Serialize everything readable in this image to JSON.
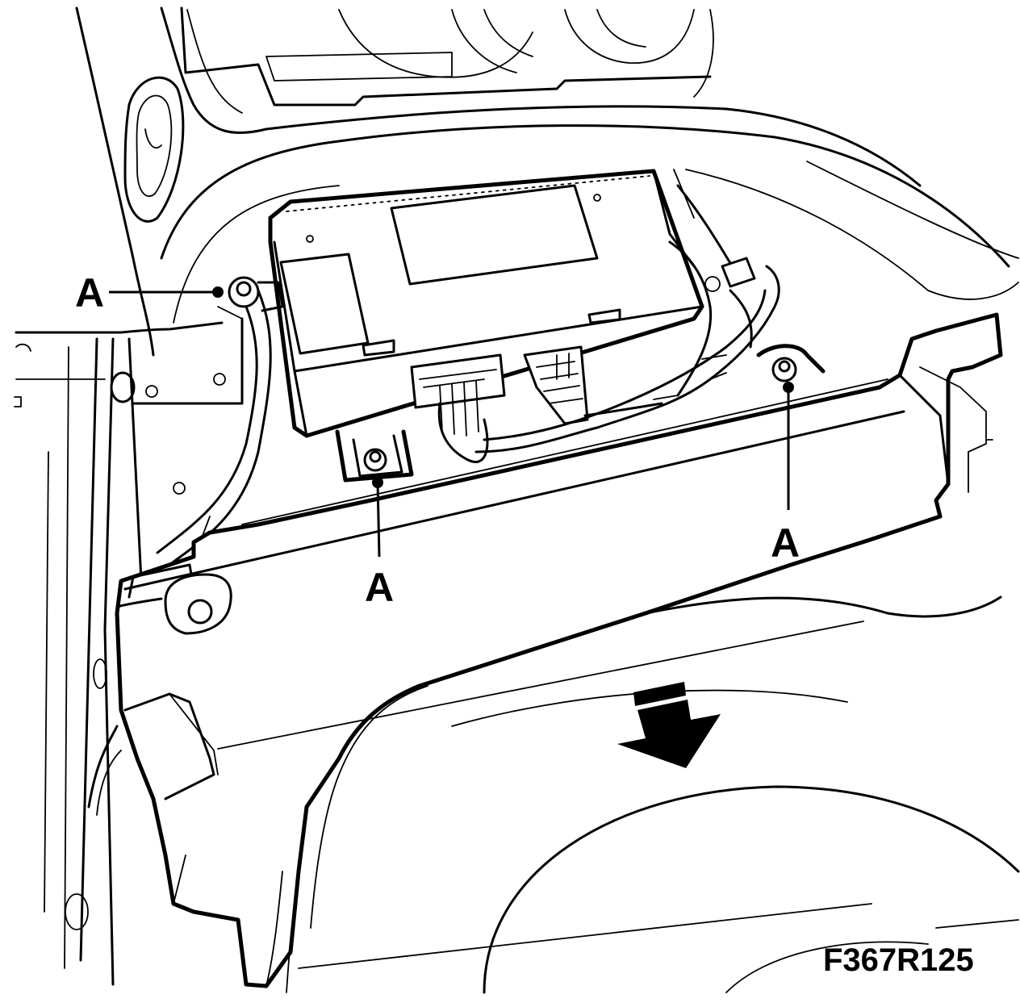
{
  "figure": {
    "code": "F367R125",
    "callout_label": "A",
    "callouts": [
      {
        "id": "upper-left-bolt",
        "label": "A"
      },
      {
        "id": "lower-bracket-bolt",
        "label": "A"
      },
      {
        "id": "right-bolt",
        "label": "A"
      }
    ],
    "ink_color": "#000000",
    "background_color": "#ffffff"
  }
}
